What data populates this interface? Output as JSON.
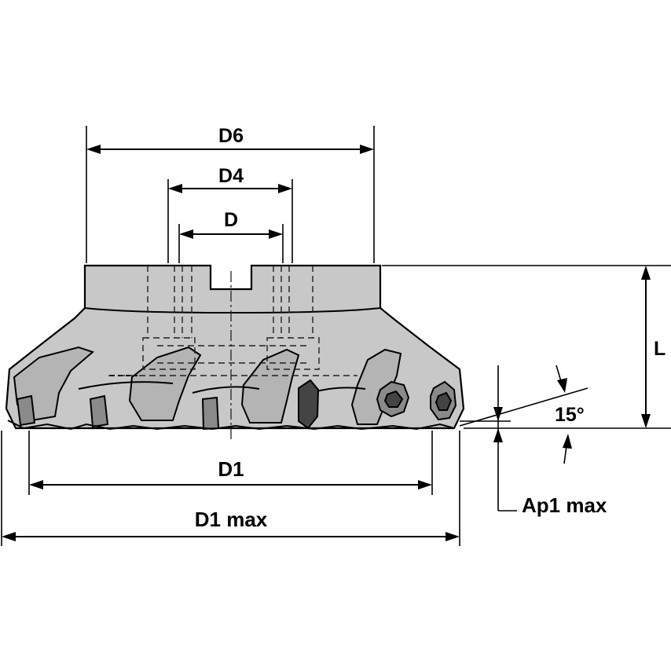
{
  "drawing": {
    "dimensions": {
      "d6": "D6",
      "d4": "D4",
      "d": "D",
      "d1": "D1",
      "d1_max": "D1 max",
      "l": "L",
      "ap1_max": "Ap1 max",
      "angle": "15°"
    },
    "colors": {
      "body": "#c8c8c8",
      "insert": "#8a8a8a",
      "line": "#000000",
      "background": "#ffffff"
    }
  }
}
